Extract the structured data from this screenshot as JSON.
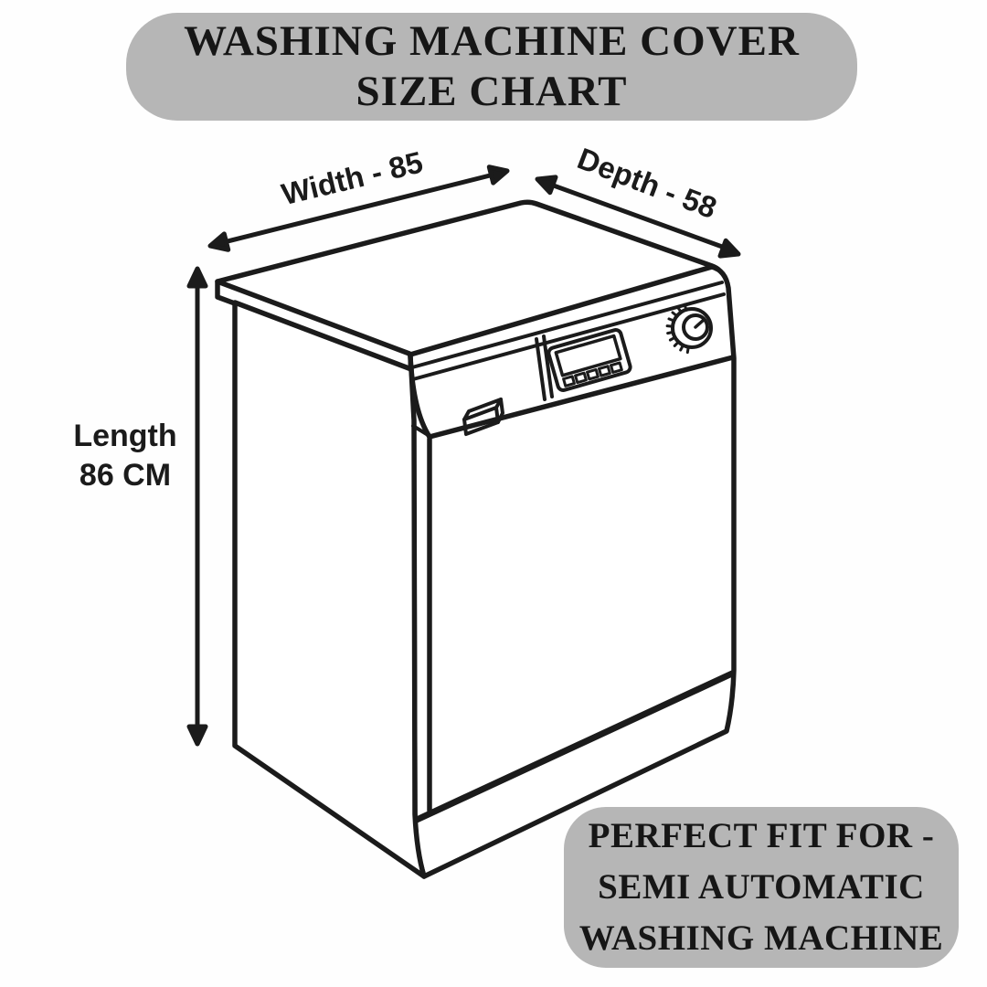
{
  "title_banner": {
    "line1": "WASHING MACHINE COVER",
    "line2": "SIZE CHART"
  },
  "dimension_labels": {
    "width": "Width - 85",
    "depth": "Depth - 58",
    "length_line1": "Length",
    "length_line2": "86 CM"
  },
  "footer_banner": {
    "line1": "PERFECT FIT FOR -",
    "line2": "SEMI AUTOMATIC",
    "line3": "WASHING MACHINE"
  },
  "illustration": {
    "description": "Black and white line drawing of a semi automatic washing machine in three-quarter view with control knob, display panel and detergent drawer"
  },
  "colors": {
    "banner_background": "#b6b6b6",
    "banner_text": "#161616",
    "line_art": "#1b1b1b",
    "page_background": "#fefefe"
  }
}
